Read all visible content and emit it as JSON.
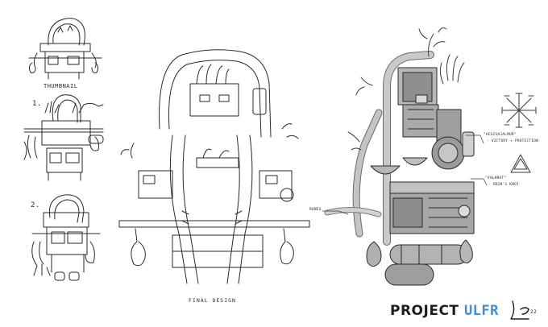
{
  "labels": {
    "thumbnail": "THUMBNAIL",
    "step1": "1.",
    "step2": "2.",
    "final_design": "FINAL DESIGN",
    "runes": "RUNES",
    "rune1_name": "\"AEGISHJALMUR\"",
    "rune1_meaning": "- VICTORY + PROTECTION",
    "rune2_name": "\"VALKNUT\"",
    "rune2_meaning": "- ODIN'S KNOT"
  },
  "brand": {
    "project": "PROJECT",
    "name": "ULFR",
    "signature_number": "22"
  },
  "colors": {
    "ink": "#2a2a2a",
    "brand_blue": "#3c8fd1",
    "shade": "#9a9a9a",
    "paper": "#ffffff"
  }
}
